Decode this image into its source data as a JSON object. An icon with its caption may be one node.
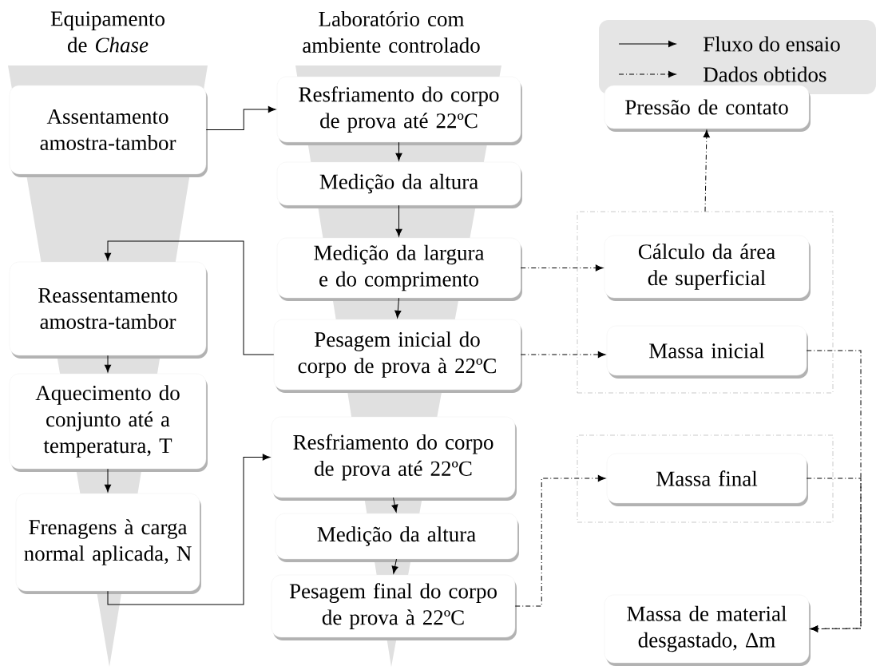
{
  "diagram": {
    "nodes": [
      {
        "text": [
          "Assentamento amostra-tambor"
        ]
      },
      {
        "text": [
          "Resfriamento do corpo de prova até 22ºC"
        ]
      },
      {
        "text": [
          "Medição da altura"
        ]
      },
      {
        "text": [
          "Medição da largura e do comprimento"
        ]
      },
      {
        "text": [
          "Pesagem inicial do corpo de prova à 22ºC"
        ]
      },
      {
        "text": [
          "Reassentamento amostra-tambor"
        ]
      },
      {
        "text": [
          "Aquecimento do conjunto até a temperatura, T"
        ]
      },
      {
        "text": [
          "Frenagens à carga normal aplicada, N"
        ]
      },
      {
        "text": [
          "Resfriamento do corpo de prova até 22ºC"
        ]
      },
      {
        "text": [
          "Medição da altura"
        ]
      },
      {
        "text": [
          "Pesagem final do corpo de prova à 22ºC"
        ]
      },
      {
        "text": [
          "Pressão de contato"
        ]
      },
      {
        "text": [],
        "shape": "box"
      },
      {
        "text": [
          "Cálculo da área de superficial"
        ],
        "in": 12
      },
      {
        "text": [
          "Massa inicial"
        ],
        "in": 12
      },
      {
        "text": [],
        "shape": "box"
      },
      {
        "text": [
          "Massa final"
        ],
        "in": 15
      },
      {
        "text": [
          "Massa de material desgastado, Δm"
        ]
      }
    ],
    "edges": [
      {
        "from": 0,
        "to": 1,
        "arrow": "to"
      },
      {
        "from": 1,
        "to": 2,
        "arrow": "to"
      },
      {
        "from": 2,
        "to": 3,
        "arrow": "to"
      },
      {
        "from": 3,
        "to": 4,
        "arrow": "to"
      },
      {
        "from": 4,
        "to": 5,
        "arrow": "to"
      },
      {
        "from": 5,
        "to": 6,
        "arrow": "to"
      },
      {
        "from": 6,
        "to": 7,
        "arrow": "to"
      },
      {
        "from": 7,
        "to": 8,
        "arrow": "to"
      },
      {
        "from": 8,
        "to": 9,
        "arrow": "to"
      },
      {
        "from": 9,
        "to": 10,
        "arrow": "to"
      },
      {
        "from": 3,
        "to": 13,
        "arrow": "to",
        "style": "dashed"
      },
      {
        "from": 4,
        "to": 14,
        "arrow": "to",
        "style": "dashed"
      },
      {
        "from": 12,
        "to": 11,
        "arrow": "to",
        "style": "dashed"
      },
      {
        "from": 10,
        "to": 16,
        "arrow": "to",
        "style": "dashed"
      },
      {
        "from": 14,
        "to": 17,
        "arrow": "to",
        "style": "dashed"
      },
      {
        "from": 16,
        "to": 17,
        "arrow": "to",
        "style": "dashed"
      }
    ],
    "labels": [
      "Equipamento de *Chase*",
      "Laboratório com ambiente controlado"
    ],
    "legend": [
      {
        "text": "Fluxo do ensaio"
      },
      {
        "text": "Dados obtidos"
      }
    ]
  }
}
